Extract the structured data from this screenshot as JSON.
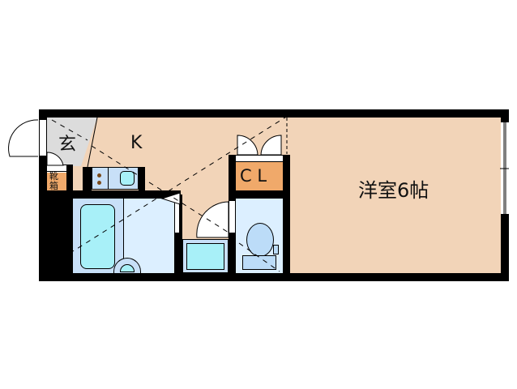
{
  "floorplan": {
    "rooms": {
      "genkan": {
        "label": "玄",
        "color": "#dcdcdc"
      },
      "kitchen": {
        "label": "K",
        "color": "#f2d4b8"
      },
      "shoe_box": {
        "label_line1": "靴",
        "label_line2": "箱",
        "color": "#f0a96a"
      },
      "closet": {
        "label": "C L",
        "color": "#f0a96a"
      },
      "western_room": {
        "label": "洋室6帖",
        "color": "#f2d4b8"
      },
      "bathroom": {
        "color": "#dcefff"
      },
      "washroom": {
        "color": "#c8e0f8"
      },
      "toilet": {
        "color": "#dcefff"
      }
    },
    "colors": {
      "wall": "#000000",
      "fixture": "#a8f0f8",
      "fixture_dark": "#bcdcf8",
      "burner": "#7a4a1a"
    }
  }
}
